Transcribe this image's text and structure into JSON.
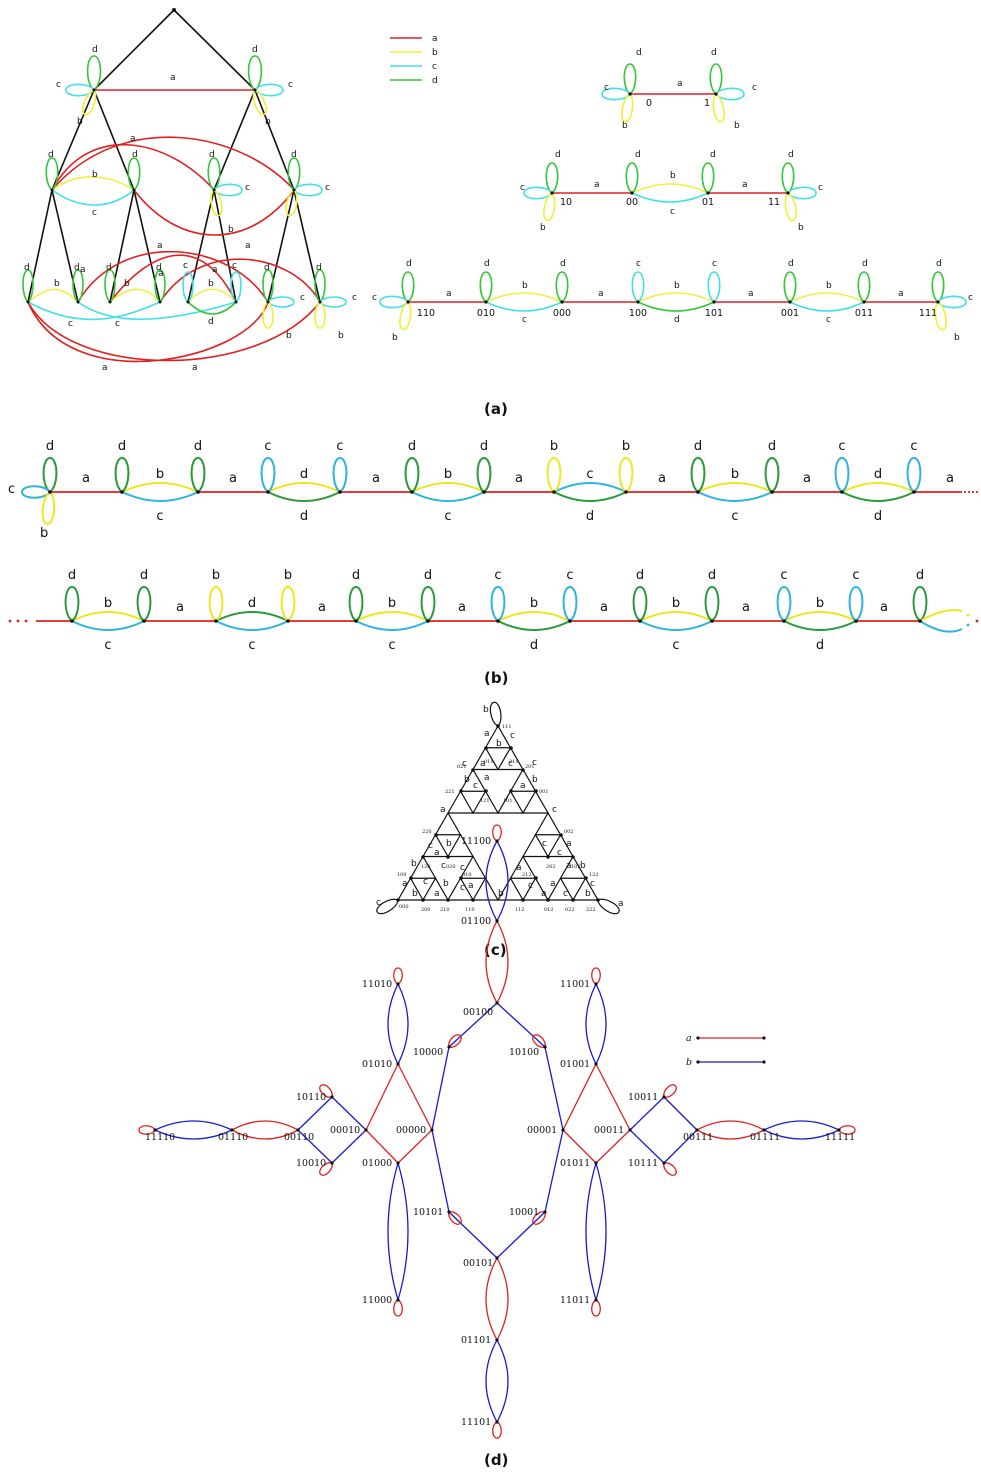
{
  "colors": {
    "a": "#e02020",
    "b": "#f2ee3a",
    "c": "#3fe0e8",
    "d": "#35c43a",
    "b_dark": "#f0e61f",
    "c_dark": "#2fb3df",
    "d_dark": "#2a9a3a",
    "tree": "#111111",
    "blue": "#1a1ad0"
  },
  "captions": {
    "a": "(a)",
    "b": "(b)",
    "c": "(c)",
    "d": "(d)"
  },
  "panel_a": {
    "legend": [
      "a",
      "b",
      "c",
      "d"
    ],
    "letters": {
      "a": "a",
      "b": "b",
      "c": "c",
      "d": "d"
    },
    "level1": [
      "0",
      "1"
    ],
    "level2": [
      "10",
      "00",
      "01",
      "11"
    ],
    "level3": [
      "110",
      "010",
      "000",
      "100",
      "101",
      "001",
      "011",
      "111"
    ]
  },
  "panel_b": {
    "row1_top": [
      "d",
      "d",
      "d",
      "c",
      "c",
      "d",
      "d",
      "b",
      "b",
      "d",
      "d",
      "c",
      "c"
    ],
    "row1_top_b": [
      "b",
      "d",
      "b",
      "c",
      "b",
      "d",
      "b"
    ],
    "row1_mid": [
      "a",
      "a",
      "a",
      "a",
      "a",
      "a",
      "a"
    ],
    "row1_bottom": [
      "c",
      "d",
      "c",
      "d",
      "c",
      "d"
    ],
    "start_c": "c",
    "start_b": "b",
    "row2_top": [
      "d",
      "d",
      "b",
      "b",
      "d",
      "d",
      "c",
      "c",
      "d",
      "d",
      "c",
      "c",
      "d"
    ],
    "row2_top_b": [
      "b",
      "d",
      "b",
      "b",
      "b",
      "b"
    ],
    "row2_mid": [
      "a",
      "a",
      "a",
      "a",
      "a",
      "a"
    ],
    "row2_bottom": [
      "c",
      "c",
      "c",
      "d",
      "c",
      "d"
    ]
  },
  "panel_c": {
    "nodes": [
      "111",
      "011",
      "211",
      "021",
      "201",
      "221",
      "121",
      "101",
      "001",
      "220",
      "002",
      "120",
      "020",
      "202",
      "102",
      "100",
      "010",
      "212",
      "122",
      "000",
      "200",
      "210",
      "110",
      "112",
      "012",
      "022",
      "222"
    ],
    "edge_letters": {
      "a": "a",
      "b": "b",
      "c": "c"
    }
  },
  "panel_d": {
    "legend": [
      "a",
      "b"
    ],
    "nodes": [
      "11100",
      "01100",
      "00100",
      "11010",
      "11001",
      "01010",
      "10000",
      "10100",
      "01001",
      "10110",
      "10011",
      "11110",
      "01110",
      "00110",
      "00010",
      "00000",
      "00001",
      "00011",
      "00111",
      "01111",
      "11111",
      "10010",
      "01000",
      "10101",
      "10001",
      "01011",
      "10111",
      "00101",
      "11000",
      "11011",
      "01101",
      "11101"
    ]
  }
}
